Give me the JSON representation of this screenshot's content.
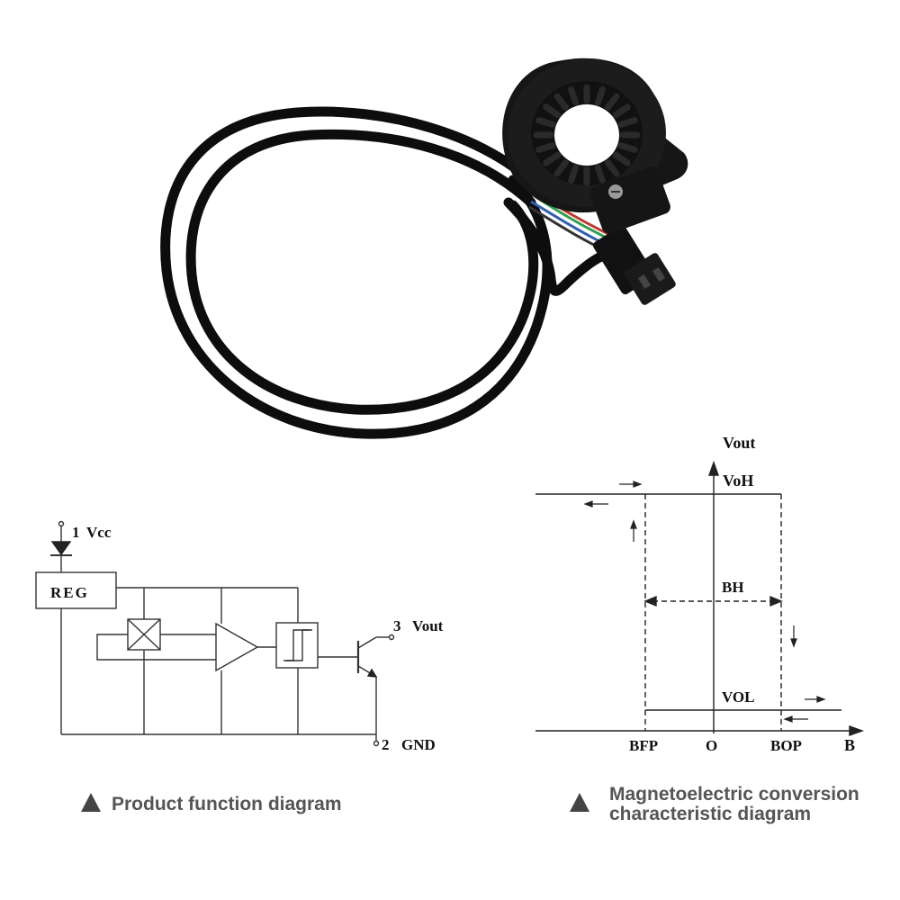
{
  "circuit": {
    "pin1": "1",
    "vcc": "Vcc",
    "reg": "REG",
    "pin3": "3",
    "vout": "Vout",
    "pin2": "2",
    "gnd": "GND"
  },
  "characteristic": {
    "axis_y": "Vout",
    "voh": "VoH",
    "bh": "BH",
    "vol": "VOL",
    "bfp": "BFP",
    "origin": "O",
    "bop": "BOP",
    "axis_x": "B"
  },
  "captions": {
    "left": "Product function diagram",
    "right_line1": "Magnetoelectric conversion",
    "right_line2": "characteristic diagram"
  },
  "colors": {
    "cable": "#0d0d0d",
    "caption": "#555555",
    "wire_red": "#c0392b",
    "wire_green": "#2e9e4f",
    "wire_blue": "#2f5fb3"
  }
}
